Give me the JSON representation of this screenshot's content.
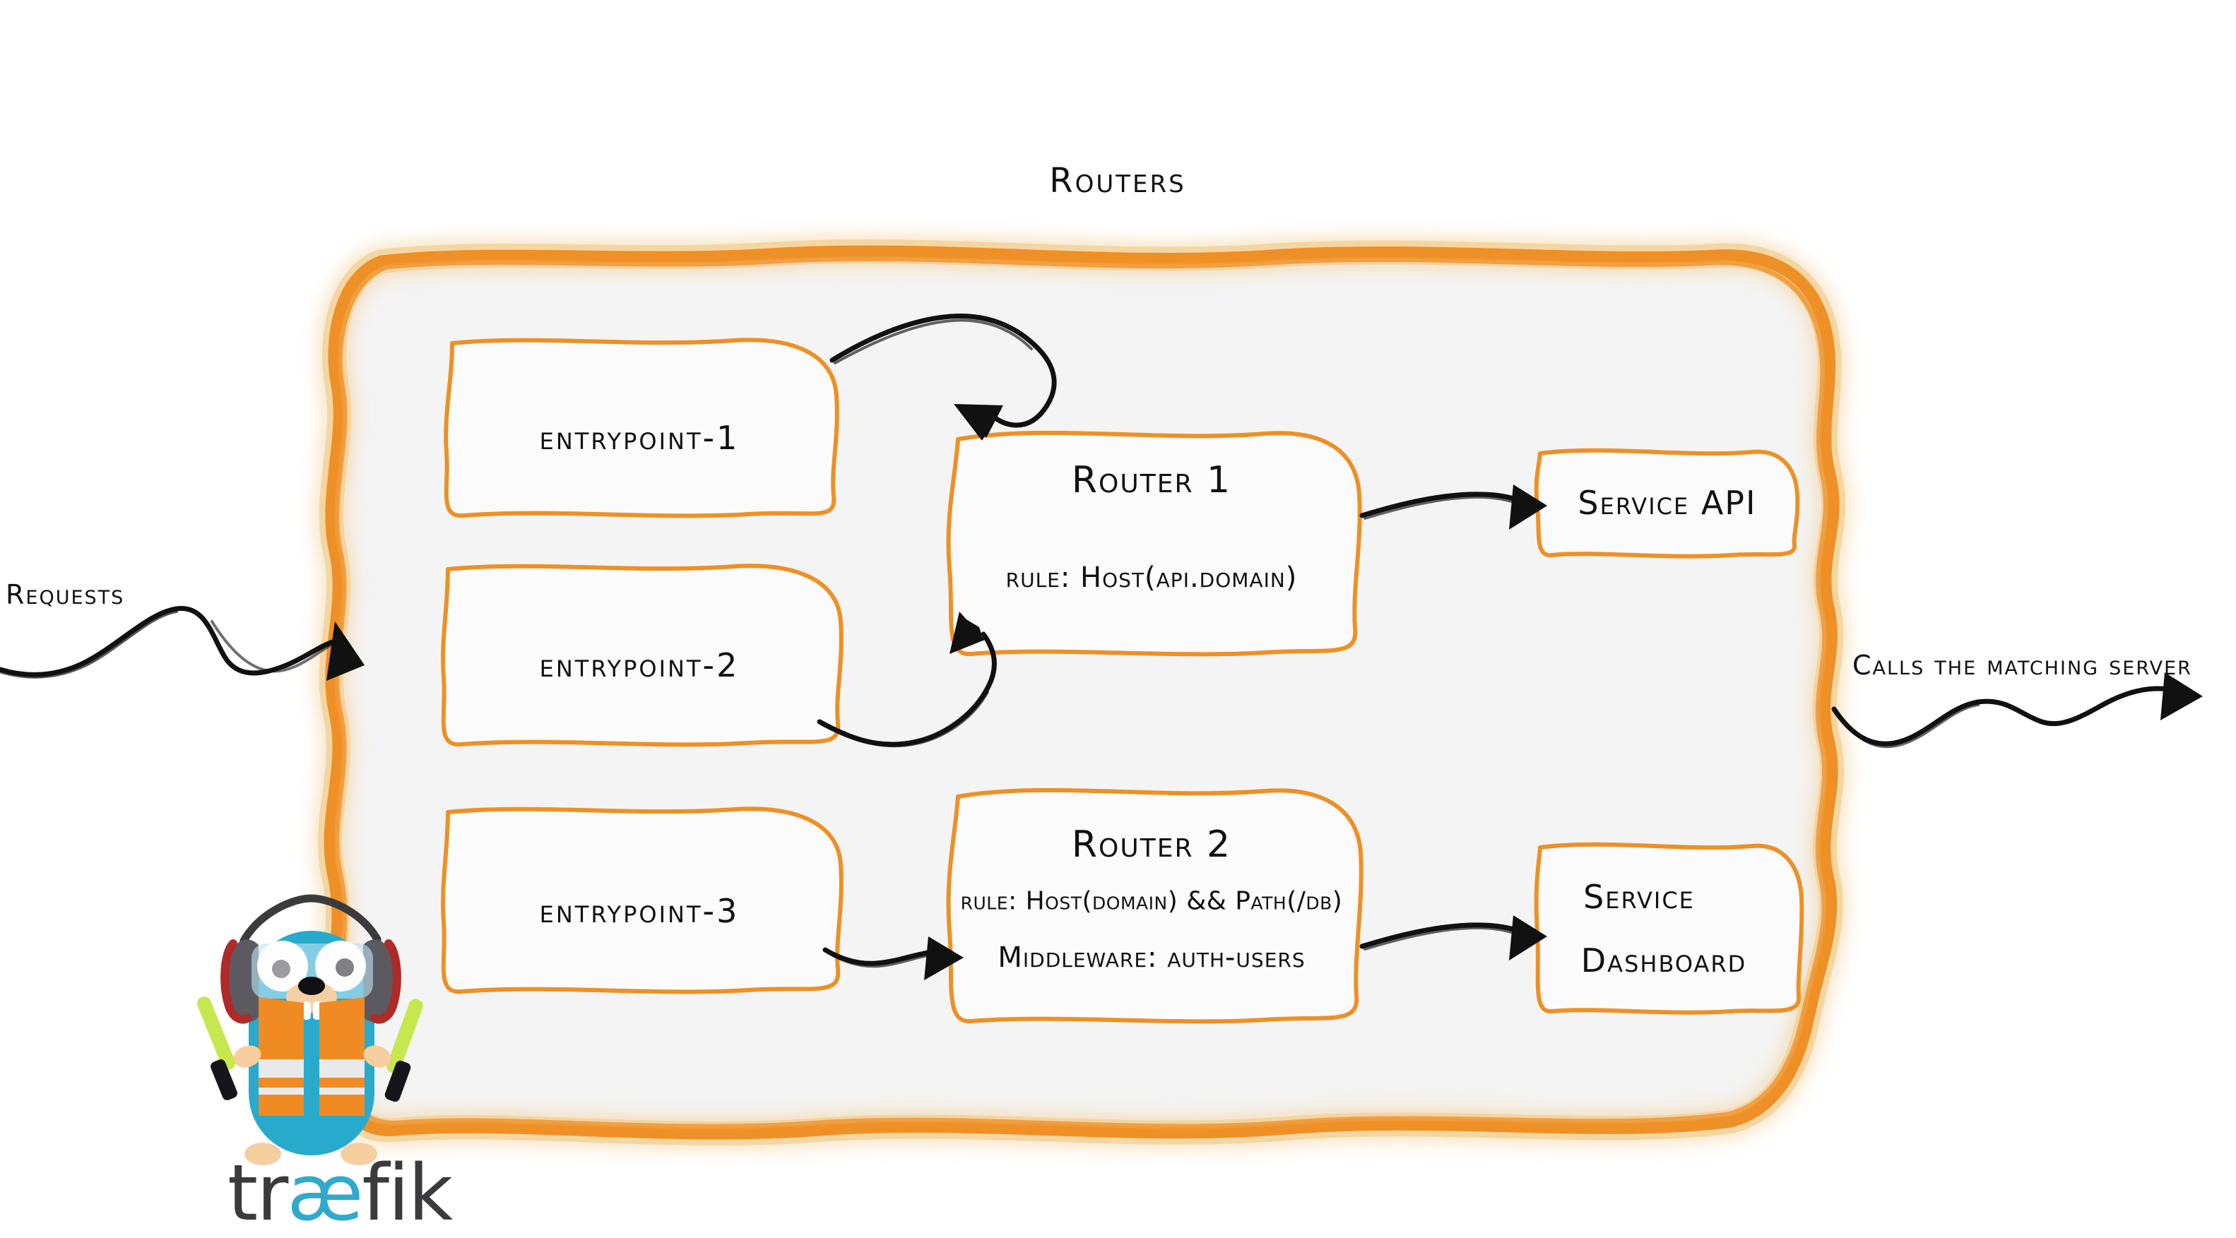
{
  "diagram": {
    "title": "Routers",
    "brand_color": "#ee9025",
    "panel_fill": "#f4f4f4",
    "ink_color": "#111111",
    "logo_teal": "#2aa8cc",
    "logo_orange": "#ef8b22",
    "logo_dark": "#3b3b3d",
    "logo_wordmark_prefix": "tr",
    "logo_wordmark_ae": "æ",
    "logo_wordmark_suffix": "fik",
    "logo_name": "traefik-gopher-logo"
  },
  "labels": {
    "requests": "Requests",
    "calls_matching_server": "Calls the matching server"
  },
  "entrypoints": [
    {
      "name": "entrypoint-1",
      "label": "entrypoint-1"
    },
    {
      "name": "entrypoint-2",
      "label": "entrypoint-2"
    },
    {
      "name": "entrypoint-3",
      "label": "entrypoint-3"
    }
  ],
  "routers": [
    {
      "name": "router-1",
      "title": "Router 1",
      "lines": [
        "rule: Host(api.domain)"
      ]
    },
    {
      "name": "router-2",
      "title": "Router 2",
      "lines": [
        "rule: Host(domain) && Path(/db)",
        "Middleware: auth-users"
      ]
    }
  ],
  "services": [
    {
      "name": "service-api",
      "lines": [
        "Service API"
      ]
    },
    {
      "name": "service-dashboard",
      "lines": [
        "Service",
        "Dashboard"
      ]
    }
  ],
  "connections": [
    {
      "name": "requests-to-panel",
      "from": "requests",
      "to": "routers-panel"
    },
    {
      "name": "entrypoint-1-to-router-1",
      "from": "entrypoint-1",
      "to": "router-1"
    },
    {
      "name": "entrypoint-2-to-router-1",
      "from": "entrypoint-2",
      "to": "router-1"
    },
    {
      "name": "entrypoint-3-to-router-2",
      "from": "entrypoint-3",
      "to": "router-2"
    },
    {
      "name": "router-1-to-service-api",
      "from": "router-1",
      "to": "service-api"
    },
    {
      "name": "router-2-to-service-dashboard",
      "from": "router-2",
      "to": "service-dashboard"
    },
    {
      "name": "panel-to-matching-server",
      "from": "routers-panel",
      "to": "calls-the-matching-server"
    }
  ]
}
